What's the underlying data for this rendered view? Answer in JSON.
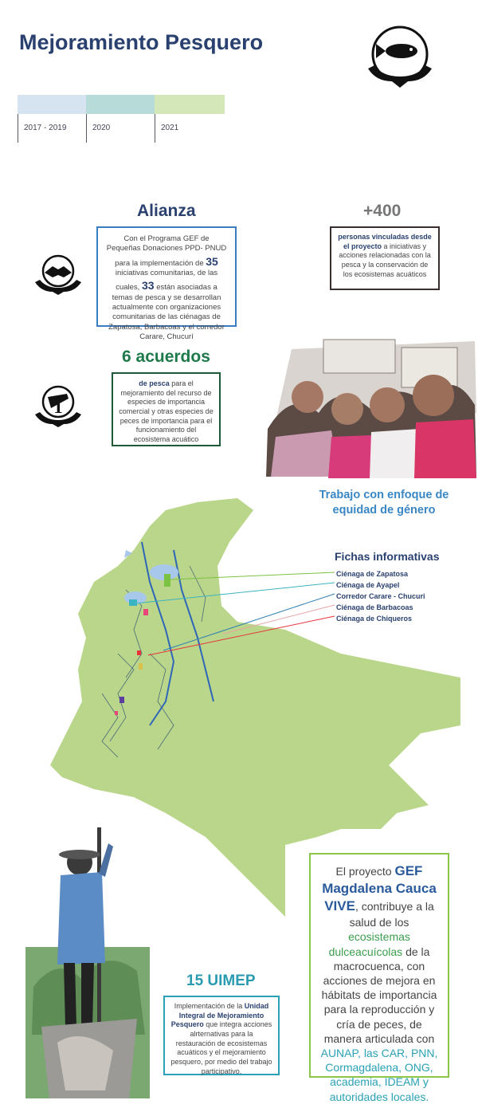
{
  "header": {
    "title": "Mejoramiento Pesquero",
    "logo_icon": "fish-hands-icon"
  },
  "timeline": [
    {
      "label": "2017 - 2019",
      "color": "#d6e3f1"
    },
    {
      "label": "2020",
      "color": "#b7dbd9"
    },
    {
      "label": "2021",
      "color": "#d3e7b9"
    }
  ],
  "alianza": {
    "title": "Alianza",
    "text_1": "Con el Programa GEF de Pequeñas Donaciones PPD- PNUD para la implementación de",
    "num_1": "35",
    "text_2": "iniciativas comunitarias, de las cuales,",
    "num_2": "33",
    "text_3": "están asociadas a temas de pesca y se desarrollan actualmente con organizaciones comunitarias de las ciénagas de Zapatosa, Barbacoas y el corredor Carare, Chucurí",
    "icon": "handshake-icon"
  },
  "personas": {
    "title": "+400",
    "text_bold": "personas vinculadas desde el proyecto",
    "text_rest": "a iniciativas y acciones relacionadas con la pesca y la conservación de los ecosistemas acuáticos"
  },
  "acuerdos": {
    "title": "6 acuerdos",
    "text_bold": "de pesca",
    "text_rest": "para el mejoramiento del recurso de especies de importancia comercial y otras especies de peces de importancia para el funcionamiento del ecosistema acuático",
    "icon": "agreement-hands-icon"
  },
  "genero": {
    "caption": "Trabajo con enfoque de equidad de género",
    "photo_icon": "women-group-photo-icon"
  },
  "fichas": {
    "title": "Fichas informativas",
    "items": [
      {
        "label": "Ciénaga de Zapatosa",
        "color": "#7cc242"
      },
      {
        "label": "Ciénaga de Ayapel",
        "color": "#3bb4c1"
      },
      {
        "label": "Corredor Carare - Chucuri",
        "color": "#2e7fb5"
      },
      {
        "label": "Ciénaga de Barbacoas",
        "color": "#e8a5a5"
      },
      {
        "label": "Ciénaga de Chiqueros",
        "color": "#e8333a"
      }
    ]
  },
  "uimep": {
    "title": "15 UIMEP",
    "text_1": "Implementación de la",
    "text_bold": "Unidad Integral de Mejoramiento Pesquero",
    "text_rest": "que integra acciones alrternativas para la restauración de ecosistemas acuáticos y el mejoramiento pesquero, por medio del trabajo participativo."
  },
  "gef": {
    "text_1": "El proyecto",
    "name": "GEF Magdalena Cauca VIVE",
    "text_2": ", contribuye a la salud de los",
    "highlight_1": "ecosistemas dulceacuícolas",
    "text_3": "de la macrocuenca, con acciones de mejora en hábitats de importancia para la reproducción y cría de peces, de manera articulada con",
    "highlight_2": "AUNAP, las CAR, PNN, Cormagdalena, ONG, academia, IDEAM y autoridades locales."
  },
  "colors": {
    "navy": "#2a4170",
    "green": "#1e7a4a",
    "blue_box": "#3a7cc4",
    "map": "#b9d68a",
    "gef_border": "#8dc54a"
  }
}
